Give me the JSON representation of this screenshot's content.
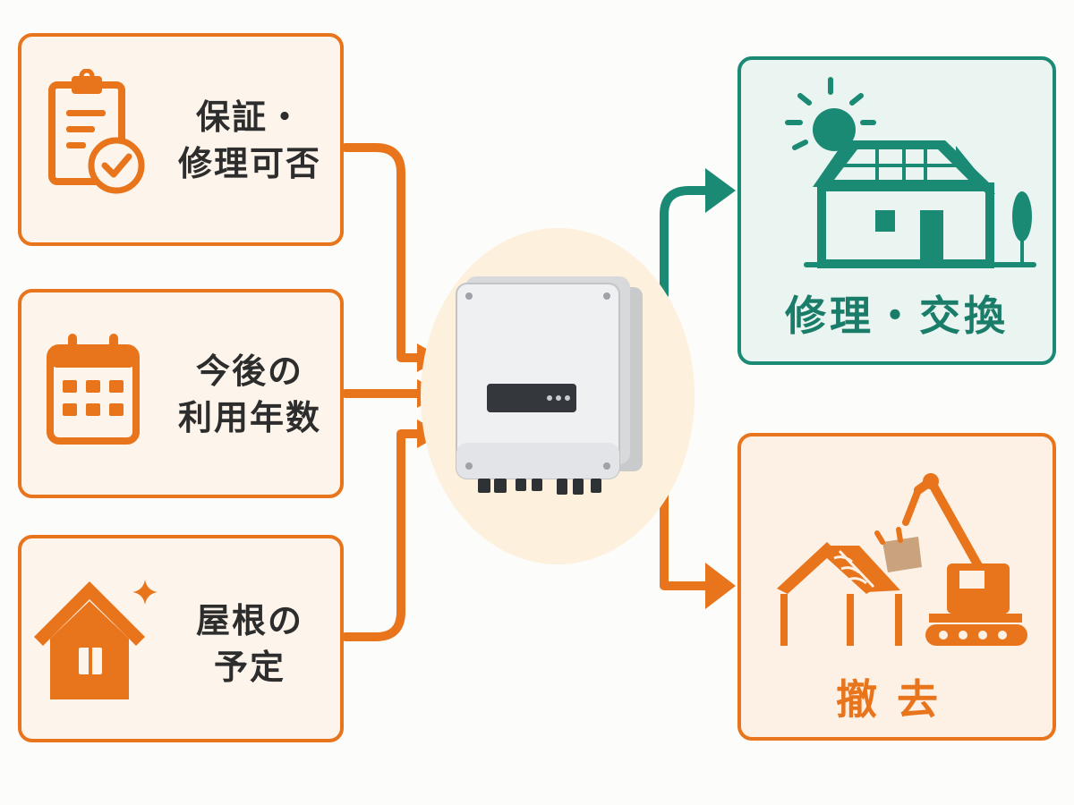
{
  "factors": [
    {
      "id": "warranty",
      "icon": "clipboard-check-icon",
      "lines": [
        "保証・",
        "修理可否"
      ]
    },
    {
      "id": "years",
      "icon": "calendar-icon",
      "lines": [
        "今後の",
        "利用年数"
      ]
    },
    {
      "id": "roof",
      "icon": "house-sparkle-icon",
      "lines": [
        "屋根の",
        "予定"
      ]
    }
  ],
  "center": {
    "icon": "power-inverter-icon"
  },
  "outcomes": [
    {
      "id": "repair",
      "icon": "solar-house-icon",
      "label": "修理・交換",
      "color": "#1a8a74"
    },
    {
      "id": "remove",
      "icon": "excavator-demolition-icon",
      "label": "撤去",
      "color": "#e8741c"
    }
  ],
  "colors": {
    "accent_orange": "#e8741c",
    "accent_teal": "#1a8a74",
    "factor_bg": "#fdf5eb"
  }
}
